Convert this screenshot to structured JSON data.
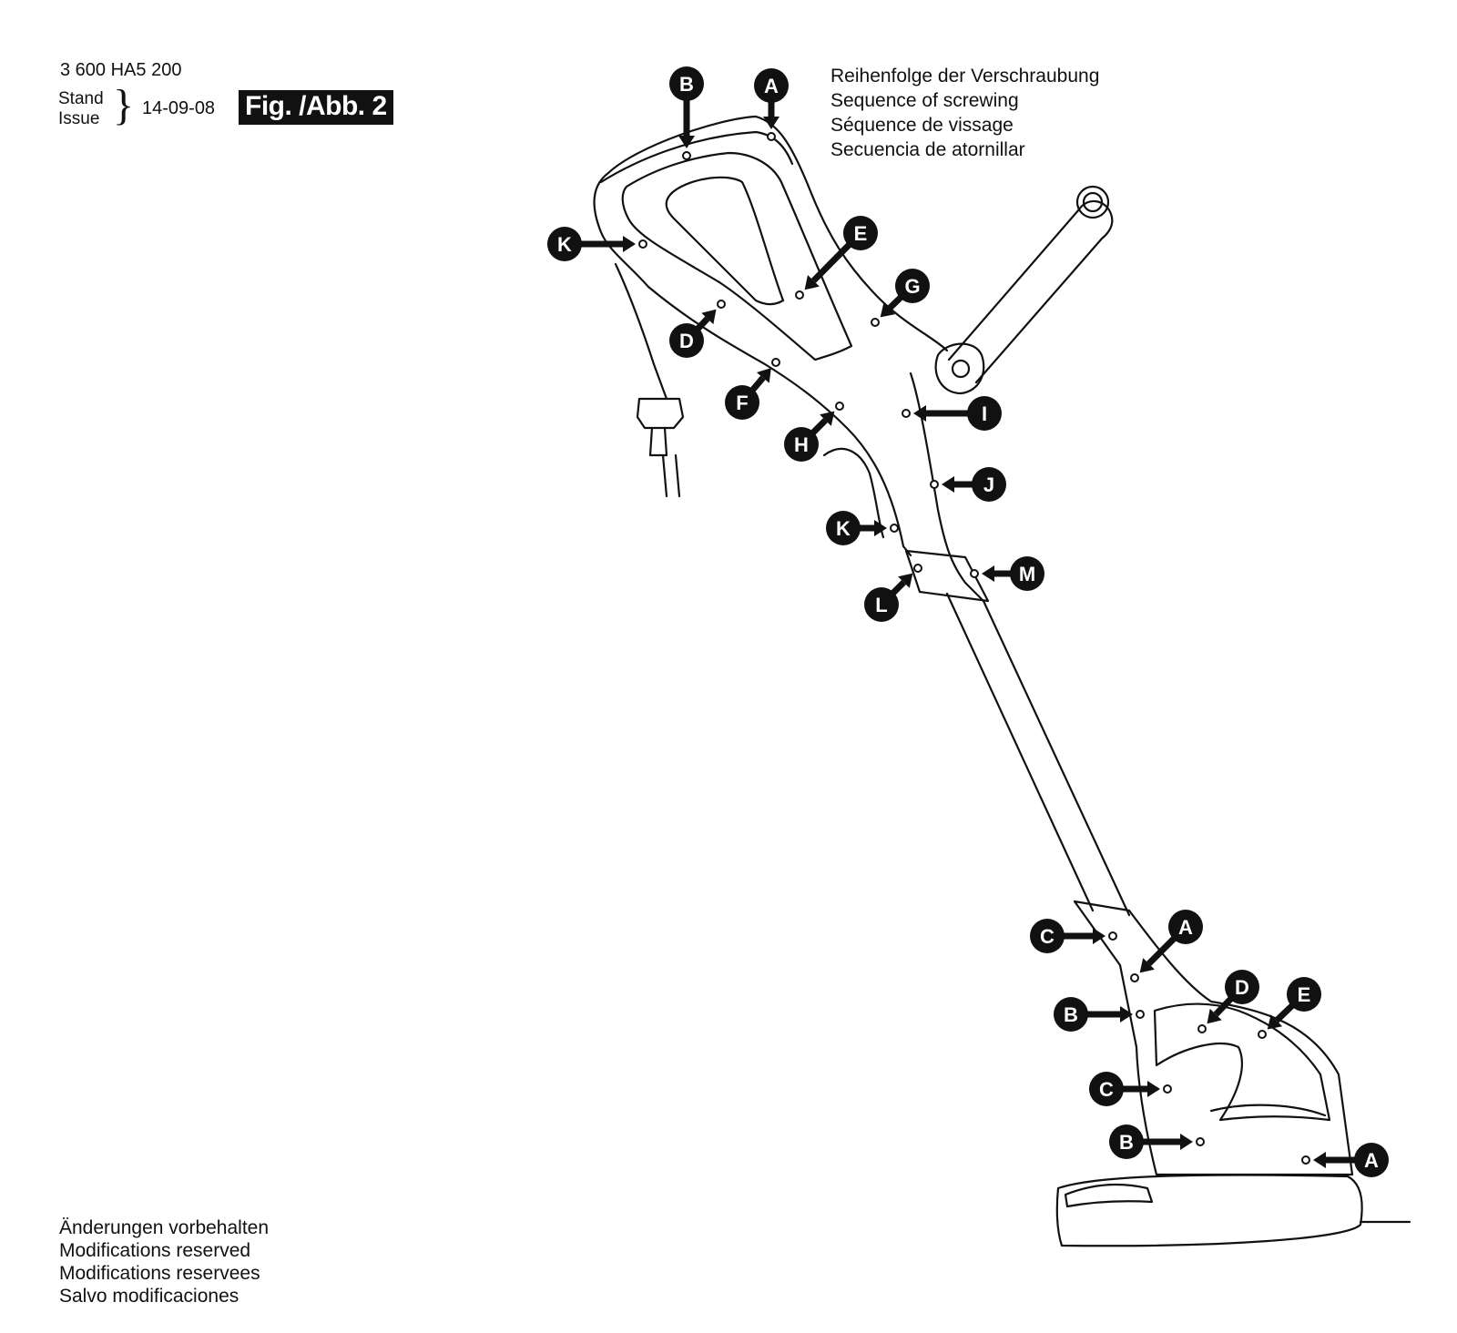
{
  "header": {
    "part_number": "3 600 HA5 200",
    "stand_label": "Stand",
    "issue_label": "Issue",
    "brace": "}",
    "date": "14-09-08",
    "figure_label": "Fig. /Abb. 2"
  },
  "sequence_title": [
    "Reihenfolge der Verschraubung",
    "Sequence of screwing",
    "Séquence de vissage",
    "Secuencia de atornillar"
  ],
  "modifications": [
    "Änderungen vorbehalten",
    "Modifications reserved",
    "Modifications reservees",
    "Salvo modificaciones"
  ],
  "callouts_upper": [
    "B",
    "A",
    "K",
    "E",
    "G",
    "D",
    "F",
    "I",
    "H",
    "J",
    "K",
    "M",
    "L"
  ],
  "callouts_lower": [
    "C",
    "A",
    "D",
    "E",
    "B",
    "C",
    "B",
    "A"
  ],
  "colors": {
    "ink": "#111111",
    "paper": "#ffffff"
  }
}
